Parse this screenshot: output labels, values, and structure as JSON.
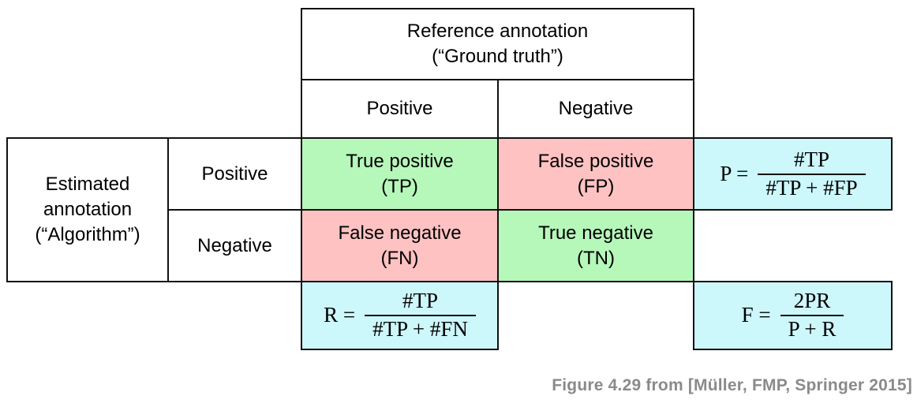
{
  "colors": {
    "green": "#b6f7ba",
    "pink": "#ffc2c3",
    "cyan": "#ccf7fb",
    "line": "#111111",
    "caption-gray": "#8a8a8a"
  },
  "reference_header": {
    "line1": "Reference annotation",
    "line2": "(“Ground truth”)"
  },
  "estimated_header": {
    "line1": "Estimated",
    "line2": "annotation",
    "line3": "(“Algorithm”)"
  },
  "column_headers": {
    "positive": "Positive",
    "negative": "Negative"
  },
  "row_headers": {
    "positive": "Positive",
    "negative": "Negative"
  },
  "cells": {
    "tp": {
      "line1": "True positive",
      "line2": "(TP)"
    },
    "fp": {
      "line1": "False positive",
      "line2": "(FP)"
    },
    "fn": {
      "line1": "False negative",
      "line2": "(FN)"
    },
    "tn": {
      "line1": "True negative",
      "line2": "(TN)"
    }
  },
  "formulas": {
    "precision": {
      "lhs": "P =",
      "numerator": "#TP",
      "denominator": "#TP + #FP"
    },
    "recall": {
      "lhs": "R =",
      "numerator": "#TP",
      "denominator": "#TP + #FN"
    },
    "f_measure": {
      "lhs": "F =",
      "numerator": "2PR",
      "denominator": "P + R"
    }
  },
  "caption": "Figure 4.29 from [Müller, FMP, Springer 2015]"
}
